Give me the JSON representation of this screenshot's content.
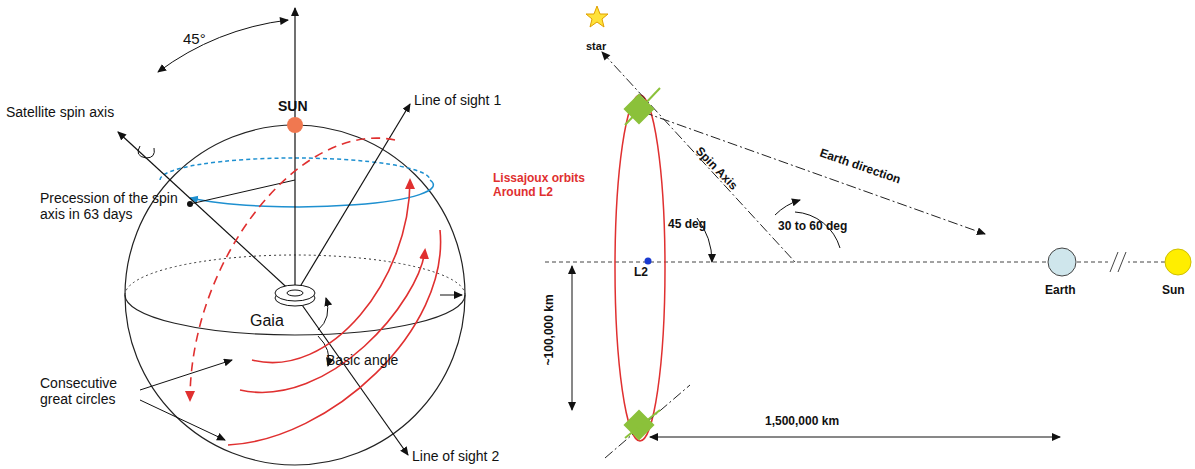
{
  "diagram": {
    "labels": [
      "45°",
      "SUN",
      "Satellite spin axis",
      "Line of sight 1",
      "Precession of the spin axis in 63 days",
      "Gaia",
      "Basic angle",
      "Consecutive great circles",
      "Line of sight 2",
      "star",
      "Lissajoux orbits Around L2",
      "45 deg",
      "Spin Axis",
      "30 to 60 deg",
      "Earth direction",
      "L2",
      "~100,000 km",
      "1,500,000 km",
      "Earth",
      "Sun"
    ]
  }
}
